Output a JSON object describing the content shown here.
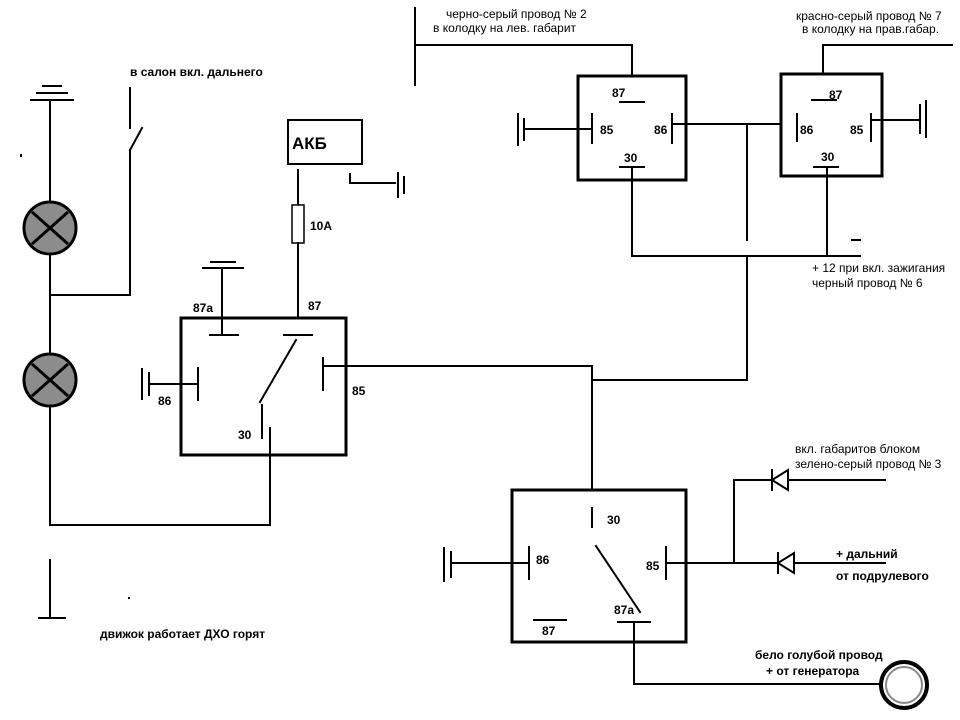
{
  "texts": {
    "salon_high_beam": "в салон вкл. дальнего",
    "wire2_l1": "черно-серый провод № 2",
    "wire2_l2": "в колодку на лев. габарит",
    "wire7_l1": "красно-серый провод № 7",
    "wire7_l2": "в колодку на прав.габар.",
    "battery": "АКБ",
    "fuse": "10А",
    "ignition_l1": "+ 12 при вкл. зажигания",
    "ignition_l2": "черный провод № 6",
    "markers_l1": "вкл. габаритов блоком",
    "markers_l2": "зелено-серый провод № 3",
    "high_beam_l1": "+ дальний",
    "high_beam_l2": "от подрулевого",
    "alt_l1": "бело голубой провод",
    "alt_l2": "+ от генератора",
    "engine_running": "движок работает ДХО горят"
  },
  "relay_main": {
    "p87a": "87а",
    "p87": "87",
    "p86": "86",
    "p85": "85",
    "p30": "30"
  },
  "relay_left": {
    "p87": "87",
    "p85": "85",
    "p86": "86",
    "p30": "30"
  },
  "relay_right": {
    "p87": "87",
    "p86": "86",
    "p85": "85",
    "p30": "30"
  },
  "relay_bottom": {
    "p30": "30",
    "p86": "86",
    "p85": "85",
    "p87a": "87а",
    "p87": "87"
  }
}
